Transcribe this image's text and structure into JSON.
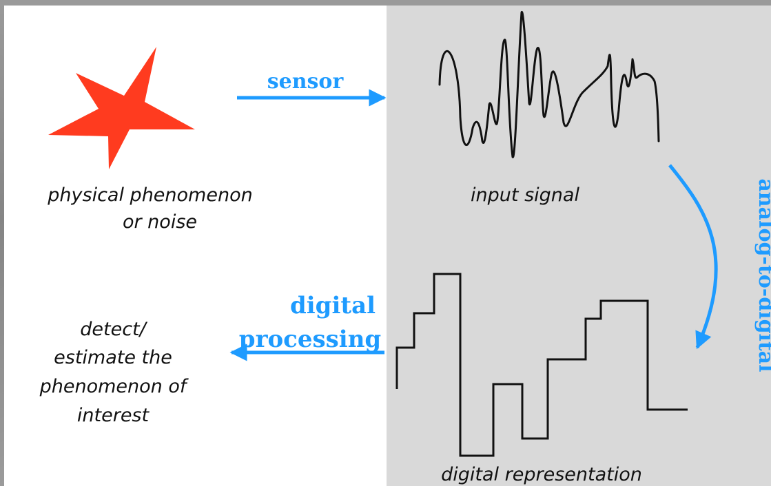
{
  "colors": {
    "accent": "#1e9bff",
    "star": "#ff3b1f",
    "left_panel": "#ffffff",
    "right_panel": "#d9d9d9",
    "ink": "#111111"
  },
  "labels": {
    "phenomenon_line1": "physical phenomenon",
    "phenomenon_line2": "or noise",
    "input_signal": "input signal",
    "digital_representation": "digital representation",
    "estimate_line1": "detect/",
    "estimate_line2": "estimate the",
    "estimate_line3": "phenomenon of",
    "estimate_line4": "interest"
  },
  "arrows": {
    "sensor": "sensor",
    "adc": "analog-to-digital",
    "processing_line1": "digital",
    "processing_line2": "processing"
  },
  "icons": {
    "phenomenon": "star-icon",
    "analog_waveform": "analog-waveform",
    "digital_waveform": "digital-step-waveform"
  }
}
